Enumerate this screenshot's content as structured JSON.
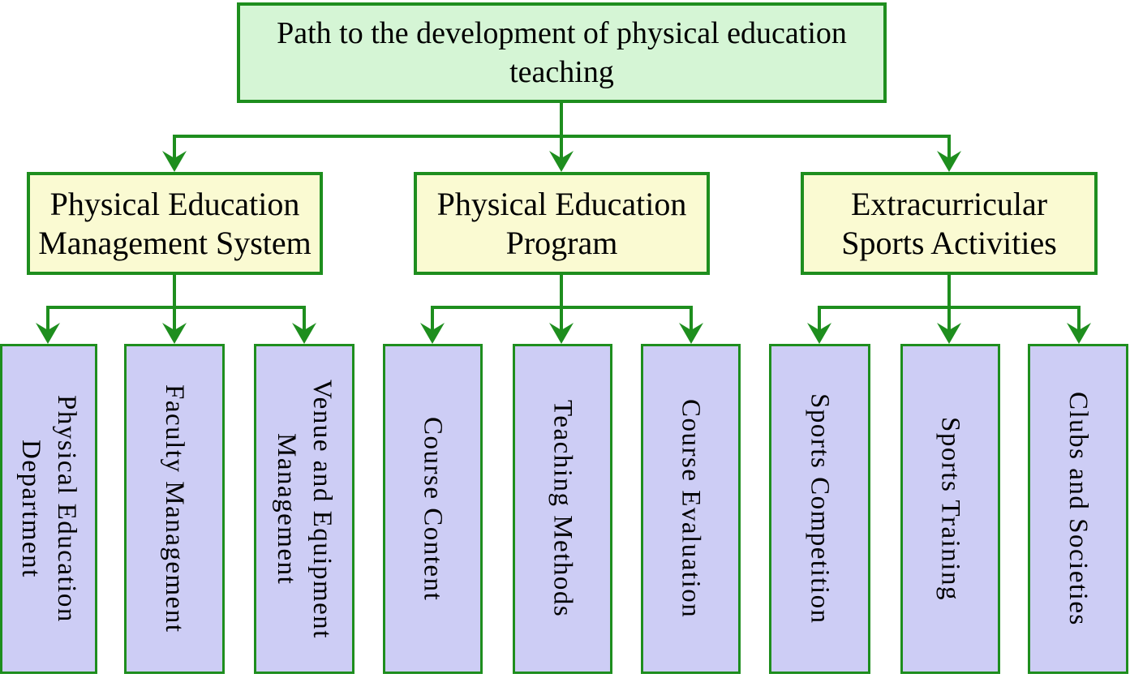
{
  "colors": {
    "line": "#1e8e1e",
    "root_fill": "#d5f5d5",
    "branch_fill": "#fafad2",
    "leaf_fill": "#cdcdf5",
    "text": "#000000"
  },
  "tree": {
    "root": {
      "label": "Path to the development of physical education\nteaching"
    },
    "branches": [
      {
        "label": "Physical Education\nManagement System",
        "children": [
          "Physical Education\nDepartment",
          "Faculty Management",
          "Venue and Equipment\nManagement"
        ]
      },
      {
        "label": "Physical Education\nProgram",
        "children": [
          "Course Content",
          "Teaching Methods",
          "Course Evaluation"
        ]
      },
      {
        "label": "Extracurricular\nSports Activities",
        "children": [
          "Sports Competition",
          "Sports Training",
          "Clubs and Societies"
        ]
      }
    ]
  }
}
